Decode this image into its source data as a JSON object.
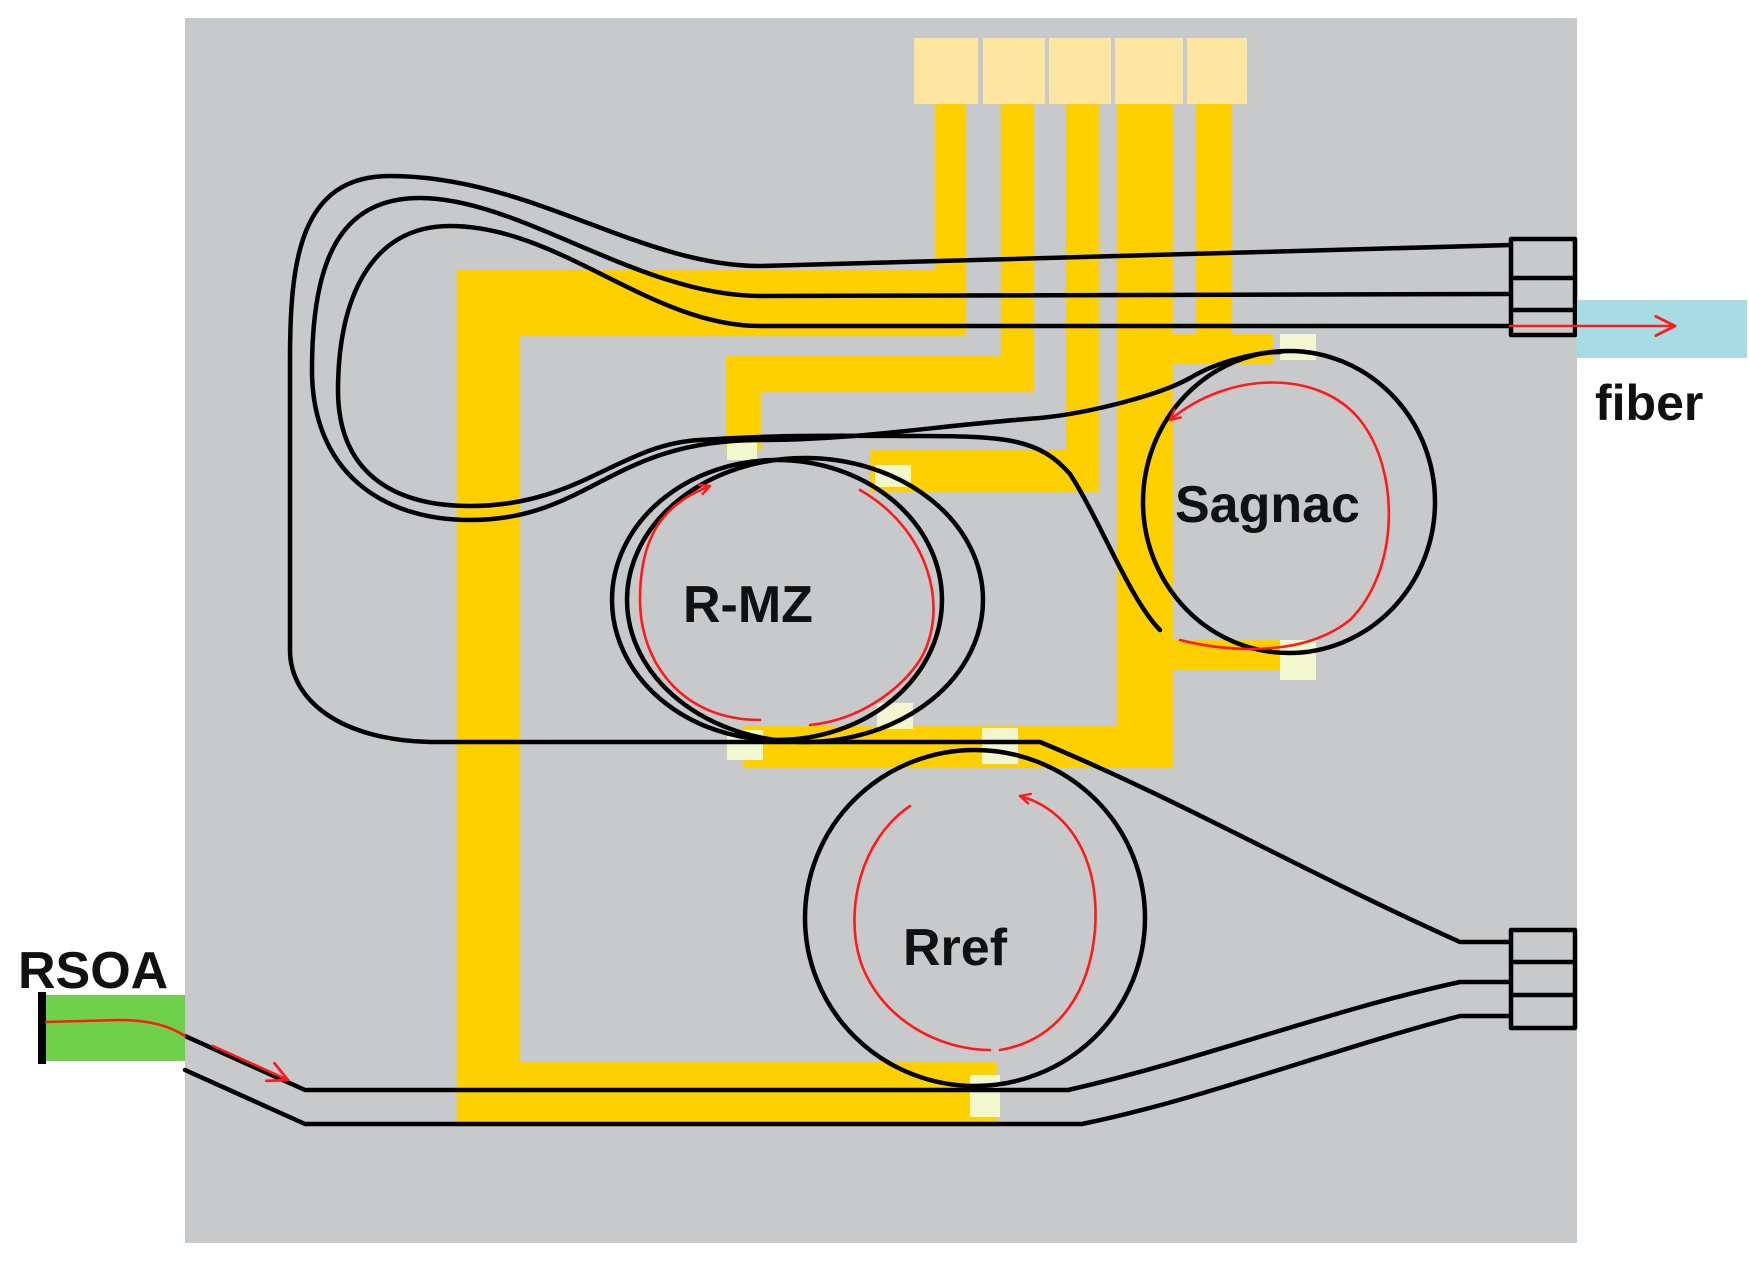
{
  "labels": {
    "fiber": "fiber",
    "sagnac": "Sagnac",
    "r_mz": "R-MZ",
    "rref": "Rref",
    "rsoa": "RSOA"
  },
  "colors": {
    "chip": "#c7c9cb",
    "electrode": "#ffd000",
    "pad": "#ffe6a0",
    "heater": "#f2f7cf",
    "waveguide": "#000000",
    "light_arrow": "#ff1a1a",
    "fiber": "#a8dce4",
    "rsoa_body": "#6fd14a",
    "rsoa_facet": "#000000"
  },
  "icons": [
    "bond-pad",
    "ring-resonator",
    "circulation-arrow",
    "fiber-output-arrow",
    "rsoa-gain-chip"
  ]
}
